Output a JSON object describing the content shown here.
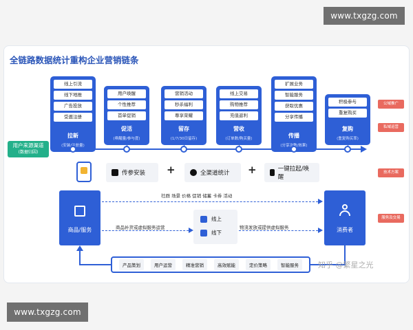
{
  "watermarks": {
    "top": "www.txgzg.com",
    "bottom": "www.txgzg.com",
    "zhihu": "知乎 @繁星之光"
  },
  "title": "全链路数据统计重构企业营销链条",
  "user_source": {
    "line1": "用户来源渠道",
    "line2": "(数据归因)"
  },
  "stages": [
    {
      "items": [
        "线上引流",
        "线下地推",
        "广告投放",
        "受邀注册"
      ],
      "name": "拉新",
      "sub": "(安装/注册量)"
    },
    {
      "items": [
        "用户唤醒",
        "个性推荐",
        "首单促销"
      ],
      "name": "促活",
      "sub": "(唤醒量/参与度)"
    },
    {
      "items": [
        "营销活动",
        "秒杀福利",
        "尊享荣耀"
      ],
      "name": "留存",
      "sub": "(1/7/30日留存)"
    },
    {
      "items": [
        "线上交易",
        "购物推荐",
        "充值返利"
      ],
      "name": "营收",
      "sub": "(订单数/购买量)"
    },
    {
      "items": [
        "扩展业务",
        "智能服务",
        "获取优惠",
        "分享传播"
      ],
      "name": "传播",
      "sub": "(分享次数/效果)"
    },
    {
      "items": [
        "积极参与",
        "重复购买"
      ],
      "name": "复购",
      "sub": "(重复购买率)"
    }
  ],
  "tags": [
    "公域推广",
    "私域运营",
    "技术方案",
    "服务及交易"
  ],
  "features": [
    "传参安装",
    "全渠道统计",
    "一键拉起/唤醒"
  ],
  "plus_sign": "+",
  "goods_label": "商品/服务",
  "consumer_label": "消费者",
  "scene_text": "社群  场景  价格  促销  储蓄  卡券  活动",
  "left_flow_text": "商品补货或虚拟服务运营",
  "right_flow_text": "物流发放或提供虚拟服务",
  "channels": {
    "online": "线上",
    "offline": "线下"
  },
  "bottom_items": [
    "产品策划",
    "用户运营",
    "精准营销",
    "高效赋能",
    "定价策略",
    "智能服务"
  ],
  "colors": {
    "primary": "#2e5fd6",
    "green": "#23b08a",
    "tag_red": "#e96a5f",
    "title_blue": "#2a55b8"
  },
  "icons": [
    "phone-icon",
    "install-icon",
    "stats-icon",
    "wake-icon",
    "bag-icon",
    "user-icon",
    "online-icon",
    "offline-icon"
  ]
}
